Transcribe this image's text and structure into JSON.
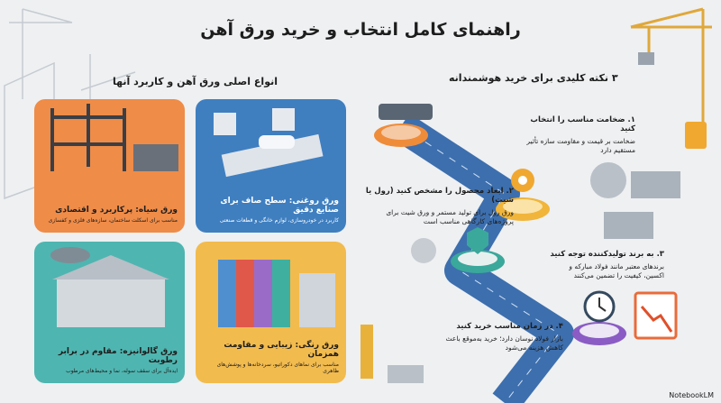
{
  "title": "راهنمای کامل انتخاب و خرید ورق آهن",
  "left_section": {
    "heading": "انواع اصلی ورق آهن و کاربرد آنها",
    "cards": [
      {
        "title": "ورق سیاه: پرکاربرد و اقتصادی",
        "desc": "مناسب برای اسکلت ساختمان، سازه‌های فلزی و کفسازی",
        "color": "#ef8c48"
      },
      {
        "title": "ورق روغنی: سطح صاف برای صنایع دقیق",
        "desc": "کاربرد در خودروسازی، لوازم خانگی و قطعات صنعتی",
        "color": "#3f7fc0"
      },
      {
        "title": "ورق گالوانیزه: مقاوم در برابر رطوبت",
        "desc": "ایده‌آل برای سقف سوله، نما و محیط‌های مرطوب",
        "color": "#4fb5b0"
      },
      {
        "title": "ورق رنگی: زیبایی و مقاومت همزمان",
        "desc": "مناسب برای نماهای دکوراتیو، سردخانه‌ها و پوشش‌های ظاهری",
        "color": "#f2bb4e"
      }
    ]
  },
  "right_section": {
    "heading": "۳ نکته کلیدی برای خرید هوشمندانه",
    "steps": [
      {
        "title": "۱. ضخامت مناسب را انتخاب کنید",
        "desc": "ضخامت بر قیمت و مقاومت سازه تأثیر مستقیم دارد",
        "color": "#ef8c3a"
      },
      {
        "title": "۲. ابعاد محصول را مشخص کنید (رول یا شیت)",
        "desc": "ورق رول برای تولید مستمر و ورق شیت برای پروژه‌های کارگاهی مناسب است",
        "color": "#f0b53a"
      },
      {
        "title": "۳. به برند تولیدکننده توجه کنید",
        "desc": "برندهای معتبر مانند فولاد مبارکه و اکسین، کیفیت را تضمین می‌کنند",
        "color": "#3aa89a"
      },
      {
        "title": "۴. در زمان مناسب خرید کنید",
        "desc": "بازار فولاد نوسان دارد؛ خرید به‌موقع باعث کاهش هزینه می‌شود",
        "color": "#8a5cc4"
      }
    ]
  },
  "watermark": "NotebookLM"
}
